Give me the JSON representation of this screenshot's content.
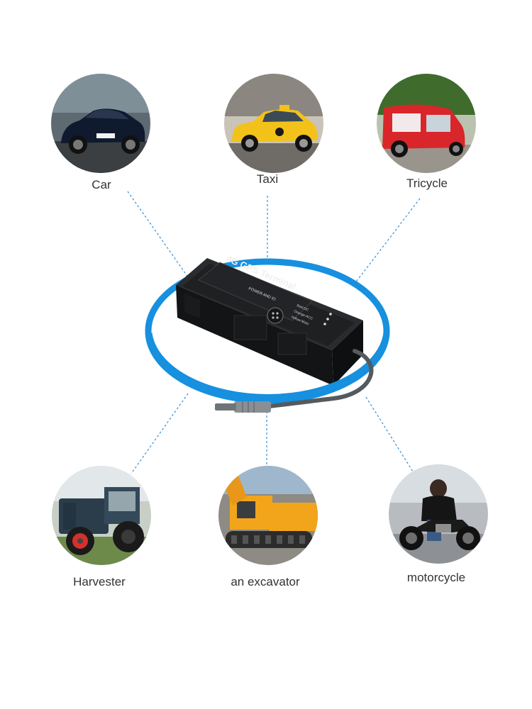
{
  "colors": {
    "ring": "#1690df",
    "connector_line": "#3b8fd6",
    "label_text": "#333333",
    "device_body": "#1b1c1e",
    "taxi_yellow": "#f3c21a",
    "tricycle_red": "#d9262b",
    "excavator_yellow": "#f2a51a"
  },
  "device": {
    "title": "4G GPS Terminal",
    "port_label": "POWER AND IO",
    "pin_labels": [
      "Red:DC",
      "Orange:ACC",
      "Yellow:Moto"
    ]
  },
  "vehicles": [
    {
      "label": "Car",
      "icon": "car-photo"
    },
    {
      "label": "Taxi",
      "icon": "taxi-photo"
    },
    {
      "label": "Tricycle",
      "icon": "tricycle-photo"
    },
    {
      "label": "Harvester",
      "icon": "tractor-photo"
    },
    {
      "label": "an excavator",
      "icon": "excavator-photo"
    },
    {
      "label": "motorcycle",
      "icon": "motorcycle-photo"
    }
  ]
}
